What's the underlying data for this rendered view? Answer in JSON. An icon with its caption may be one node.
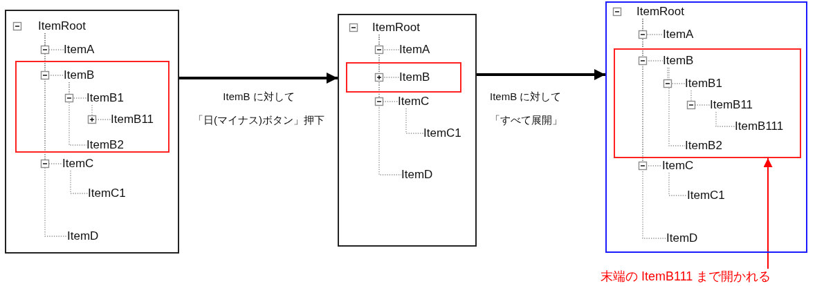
{
  "diagram": {
    "nodes": [
      {
        "text": [],
        "shape": "box"
      },
      {
        "text": [
          "ItemRoot"
        ],
        "in": 0
      },
      {
        "text": [
          "ItemA"
        ],
        "in": 0
      },
      {
        "text": [],
        "shape": "box",
        "in": 0
      },
      {
        "text": [
          "ItemB"
        ],
        "in": 3
      },
      {
        "text": [
          "ItemB1"
        ],
        "in": 3
      },
      {
        "text": [
          "ItemB11"
        ],
        "in": 3
      },
      {
        "text": [
          "ItemB2"
        ],
        "in": 3
      },
      {
        "text": [
          "ItemC"
        ],
        "in": 0
      },
      {
        "text": [
          "ItemC1"
        ],
        "in": 0
      },
      {
        "text": [
          "ItemD"
        ],
        "in": 0
      },
      {
        "text": [],
        "shape": "box"
      },
      {
        "text": [
          "ItemRoot"
        ],
        "in": 11
      },
      {
        "text": [
          "ItemA"
        ],
        "in": 11
      },
      {
        "text": [],
        "shape": "box",
        "in": 11
      },
      {
        "text": [
          "ItemB"
        ],
        "in": 14
      },
      {
        "text": [
          "ItemC"
        ],
        "in": 11
      },
      {
        "text": [
          "ItemC1"
        ],
        "in": 11
      },
      {
        "text": [
          "ItemD"
        ],
        "in": 11
      },
      {
        "text": [],
        "shape": "box"
      },
      {
        "text": [
          "ItemRoot"
        ],
        "in": 19
      },
      {
        "text": [
          "ItemA"
        ],
        "in": 19
      },
      {
        "text": [],
        "shape": "box",
        "in": 19
      },
      {
        "text": [
          "ItemB"
        ],
        "in": 22
      },
      {
        "text": [
          "ItemB1"
        ],
        "in": 22
      },
      {
        "text": [
          "ItemB11"
        ],
        "in": 22
      },
      {
        "text": [
          "ItemB111"
        ],
        "in": 22
      },
      {
        "text": [
          "ItemB2"
        ],
        "in": 22
      },
      {
        "text": [
          "ItemC"
        ],
        "in": 19
      },
      {
        "text": [
          "ItemC1"
        ],
        "in": 19
      },
      {
        "text": [
          "ItemD"
        ],
        "in": 19
      },
      {
        "text": [
          "末端の ItemB111 まで開かれる"
        ]
      }
    ],
    "edges": [
      {
        "from": 0,
        "to": 11,
        "arrow": "to",
        "label": "ItemB に対して「日(マイナス)ボタン」押下",
        "style": "thick",
        "color": "#000000"
      },
      {
        "from": 11,
        "to": 19,
        "arrow": "to",
        "label": "ItemB に対して「すべて展開」",
        "style": "thick",
        "color": "#000000"
      },
      {
        "from": 31,
        "to": 22,
        "arrow": "to",
        "color": "#ff0000"
      },
      {
        "from": 1,
        "to": 2,
        "arrow": "none",
        "style": "dashed"
      },
      {
        "from": 1,
        "to": 4,
        "arrow": "none",
        "style": "dashed"
      },
      {
        "from": 1,
        "to": 8,
        "arrow": "none",
        "style": "dashed"
      },
      {
        "from": 1,
        "to": 10,
        "arrow": "none",
        "style": "dashed"
      },
      {
        "from": 4,
        "to": 5,
        "arrow": "none",
        "style": "dashed"
      },
      {
        "from": 4,
        "to": 7,
        "arrow": "none",
        "style": "dashed"
      },
      {
        "from": 5,
        "to": 6,
        "arrow": "none",
        "style": "dashed"
      },
      {
        "from": 8,
        "to": 9,
        "arrow": "none",
        "style": "dashed"
      },
      {
        "from": 12,
        "to": 13,
        "arrow": "none",
        "style": "dashed"
      },
      {
        "from": 12,
        "to": 15,
        "arrow": "none",
        "style": "dashed"
      },
      {
        "from": 12,
        "to": 16,
        "arrow": "none",
        "style": "dashed"
      },
      {
        "from": 12,
        "to": 18,
        "arrow": "none",
        "style": "dashed"
      },
      {
        "from": 16,
        "to": 17,
        "arrow": "none",
        "style": "dashed"
      },
      {
        "from": 20,
        "to": 21,
        "arrow": "none",
        "style": "dashed"
      },
      {
        "from": 20,
        "to": 23,
        "arrow": "none",
        "style": "dashed"
      },
      {
        "from": 20,
        "to": 28,
        "arrow": "none",
        "style": "dashed"
      },
      {
        "from": 20,
        "to": 30,
        "arrow": "none",
        "style": "dashed"
      },
      {
        "from": 23,
        "to": 24,
        "arrow": "none",
        "style": "dashed"
      },
      {
        "from": 23,
        "to": 27,
        "arrow": "none",
        "style": "dashed"
      },
      {
        "from": 24,
        "to": 25,
        "arrow": "none",
        "style": "dashed"
      },
      {
        "from": 25,
        "to": 26,
        "arrow": "none",
        "style": "dashed"
      },
      {
        "from": 28,
        "to": 29,
        "arrow": "none",
        "style": "dashed"
      }
    ]
  }
}
